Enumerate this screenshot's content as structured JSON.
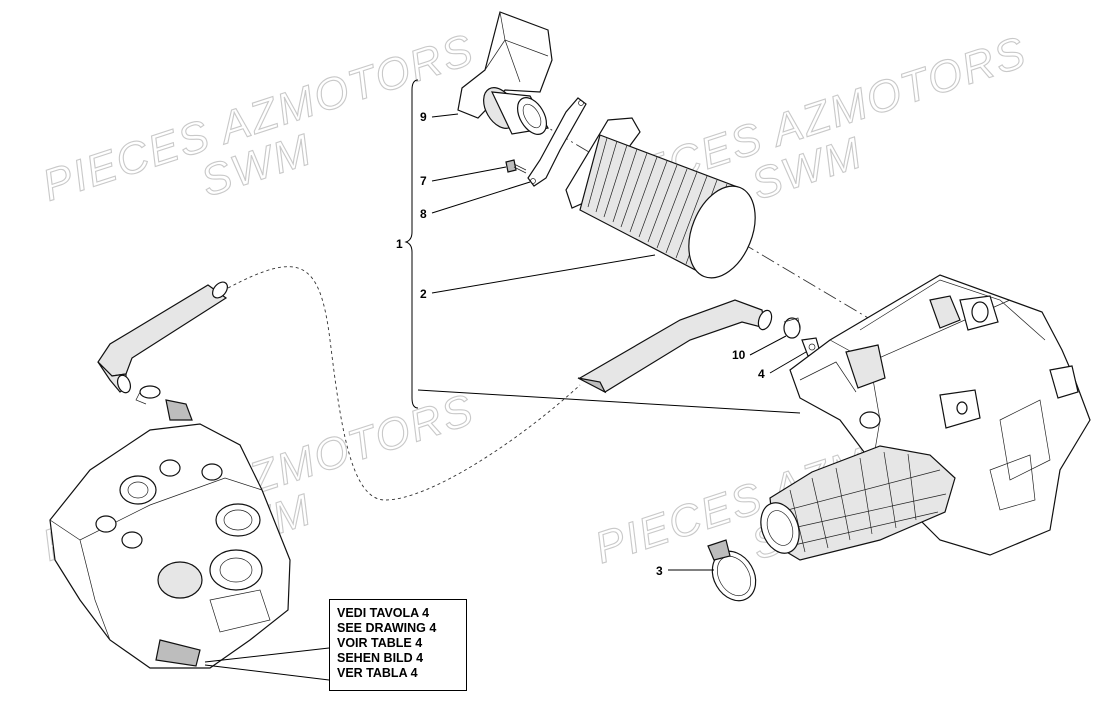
{
  "watermarks": [
    {
      "line1": "PIECES AZMOTORS",
      "line2": "SWM"
    },
    {
      "line1": "PIECES AZMOTORS",
      "line2": "SWM"
    },
    {
      "line1": "PIECES AZMOTORS",
      "line2": "SWM"
    },
    {
      "line1": "PIECES AZMOTORS",
      "line2": "SWM"
    }
  ],
  "callouts": {
    "c1": "1",
    "c2": "2",
    "c3": "3",
    "c4": "4",
    "c7": "7",
    "c8": "8",
    "c9": "9",
    "c10": "10"
  },
  "reference_box": [
    "VEDI TAVOLA 4",
    "SEE DRAWING 4",
    "VOIR TABLE 4",
    "SEHEN BILD 4",
    "VER TABLA 4"
  ]
}
